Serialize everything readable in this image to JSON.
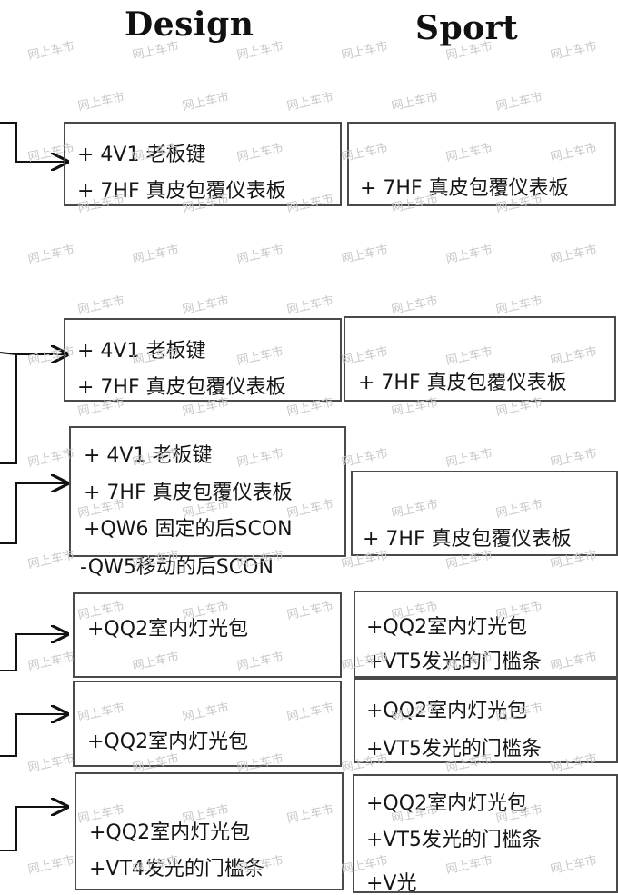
{
  "header": {
    "design": "Design",
    "sport": "Sport"
  },
  "watermark": "网上车市",
  "rows": [
    {
      "design": [
        "+ 4V1 老板键",
        "+ 7HF 真皮包覆仪表板"
      ],
      "sport": [
        "+ 7HF 真皮包覆仪表板"
      ]
    },
    {
      "design": [
        "+ 4V1 老板键",
        "+ 7HF 真皮包覆仪表板"
      ],
      "sport": [
        "+ 7HF 真皮包覆仪表板"
      ]
    },
    {
      "design": [
        "+ 4V1 老板键",
        "+ 7HF 真皮包覆仪表板",
        "+QW6 固定的后SCON",
        "-QW5移动的后SCON"
      ],
      "sport": [
        "+ 7HF 真皮包覆仪表板"
      ]
    },
    {
      "design": [
        "+QQ2室内灯光包"
      ],
      "sport": [
        "+QQ2室内灯光包",
        "+VT5发光的门槛条"
      ]
    },
    {
      "design": [
        "+QQ2室内灯光包"
      ],
      "sport": [
        "+QQ2室内灯光包",
        "+VT5发光的门槛条"
      ]
    },
    {
      "design": [
        "+QQ2室内灯光包",
        "+VT4发光的门槛条"
      ],
      "sport": [
        "+QQ2室内灯光包",
        "+VT5发光的门槛条",
        "+V光"
      ]
    }
  ]
}
